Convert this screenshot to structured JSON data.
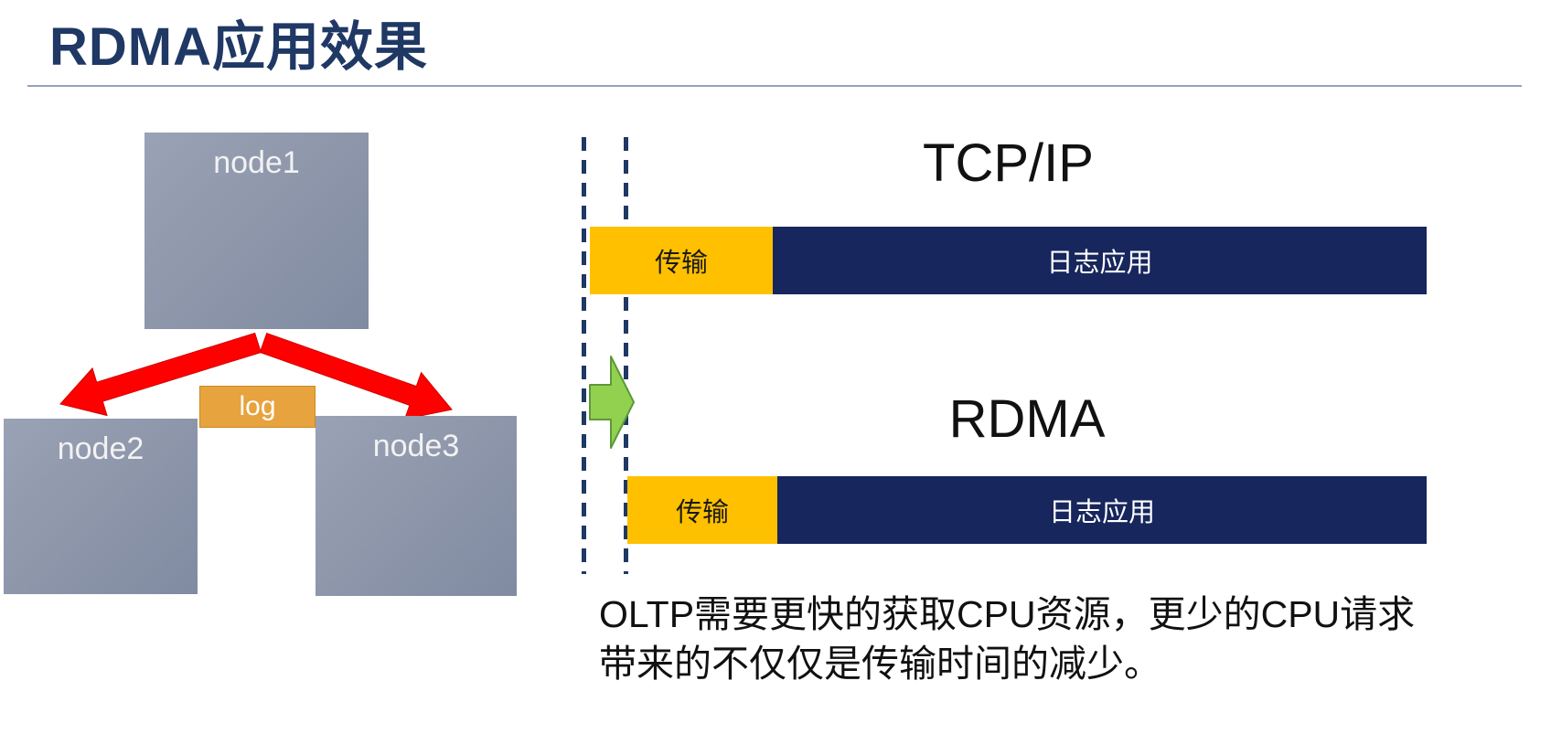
{
  "slide": {
    "title": "RDMA应用效果"
  },
  "left_diagram": {
    "node1_label": "node1",
    "node2_label": "node2",
    "node3_label": "node3",
    "log_label": "log"
  },
  "right_diagram": {
    "tcpip": {
      "title": "TCP/IP",
      "transfer_label": "传输",
      "app_label": "日志应用"
    },
    "rdma": {
      "title": "RDMA",
      "transfer_label": "传输",
      "app_label": "日志应用"
    },
    "caption": "OLTP需要更快的获取CPU资源，更少的CPU请求带来的不仅仅是传输时间的减少。"
  },
  "colors": {
    "title_text": "#1F3864",
    "node_fill": "#8C95A9",
    "log_fill": "#E7A33D",
    "replication_arrow": "#FF0000",
    "bar_orange": "#FFC000",
    "bar_navy": "#17265C",
    "dashed_line": "#1F3864",
    "green_arrow_fill": "#92D050",
    "green_arrow_border": "#5B9A38"
  }
}
